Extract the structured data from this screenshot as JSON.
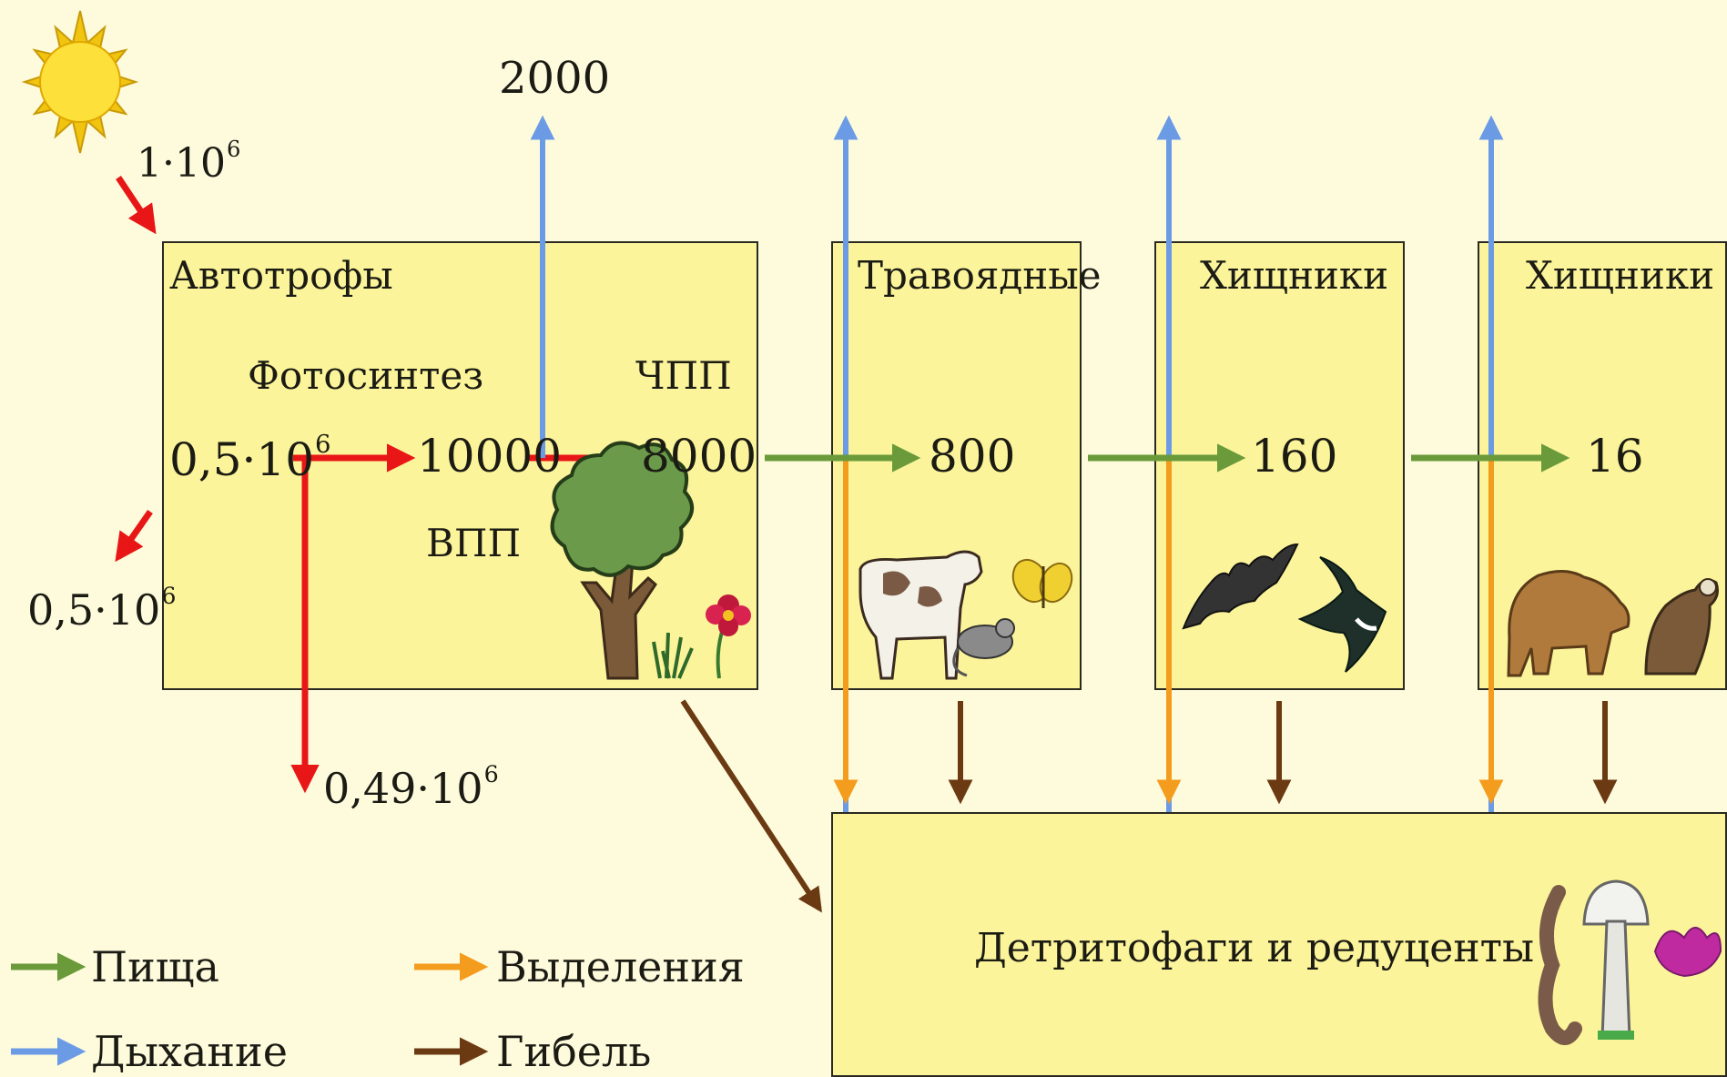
{
  "sun": {
    "value_base": "1·10",
    "value_exp": "6"
  },
  "reflected": {
    "value_base": "0,5·10",
    "value_exp": "6"
  },
  "autotrophs": {
    "title": "Автотрофы",
    "photosynthesis_label": "Фотосинтез",
    "npp_label": "ЧПП",
    "gpp_label": "ВПП",
    "absorbed": {
      "base": "0,5·10",
      "exp": "6"
    },
    "gpp_value": "10000",
    "npp_value": "8000",
    "respiration_value": "2000",
    "heat_loss": {
      "base": "0,49·10",
      "exp": "6"
    }
  },
  "trophic_levels": [
    {
      "title": "Травоядные",
      "value": "800"
    },
    {
      "title": "Хищники",
      "value": "160"
    },
    {
      "title": "Хищники",
      "value": "16"
    }
  ],
  "decomposers": {
    "title": "Детритофаги и редуценты"
  },
  "legend": [
    {
      "label": "Пища",
      "color": "#6a9a3a",
      "column": "left"
    },
    {
      "label": "Дыхание",
      "color": "#6c9be6",
      "column": "left"
    },
    {
      "label": "Выделения",
      "color": "#f39c1e",
      "column": "right"
    },
    {
      "label": "Гибель",
      "color": "#6b3a12",
      "column": "right"
    }
  ],
  "colors": {
    "energy": "#e81616",
    "food": "#6a9a3a",
    "respiration": "#6c9be6",
    "excretion": "#f39c1e",
    "death": "#6b3a12",
    "box_fill": "#fbf49a",
    "background": "#fdfbdc"
  },
  "icons": [
    "sun-icon",
    "tree-icon",
    "grass-icon",
    "flower-icon",
    "cow-icon",
    "mouse-icon",
    "butterfly-icon",
    "bat-icon",
    "swallow-icon",
    "bear-icon",
    "eagle-icon",
    "worm-icon",
    "mushroom-icon",
    "fungus-icon"
  ]
}
